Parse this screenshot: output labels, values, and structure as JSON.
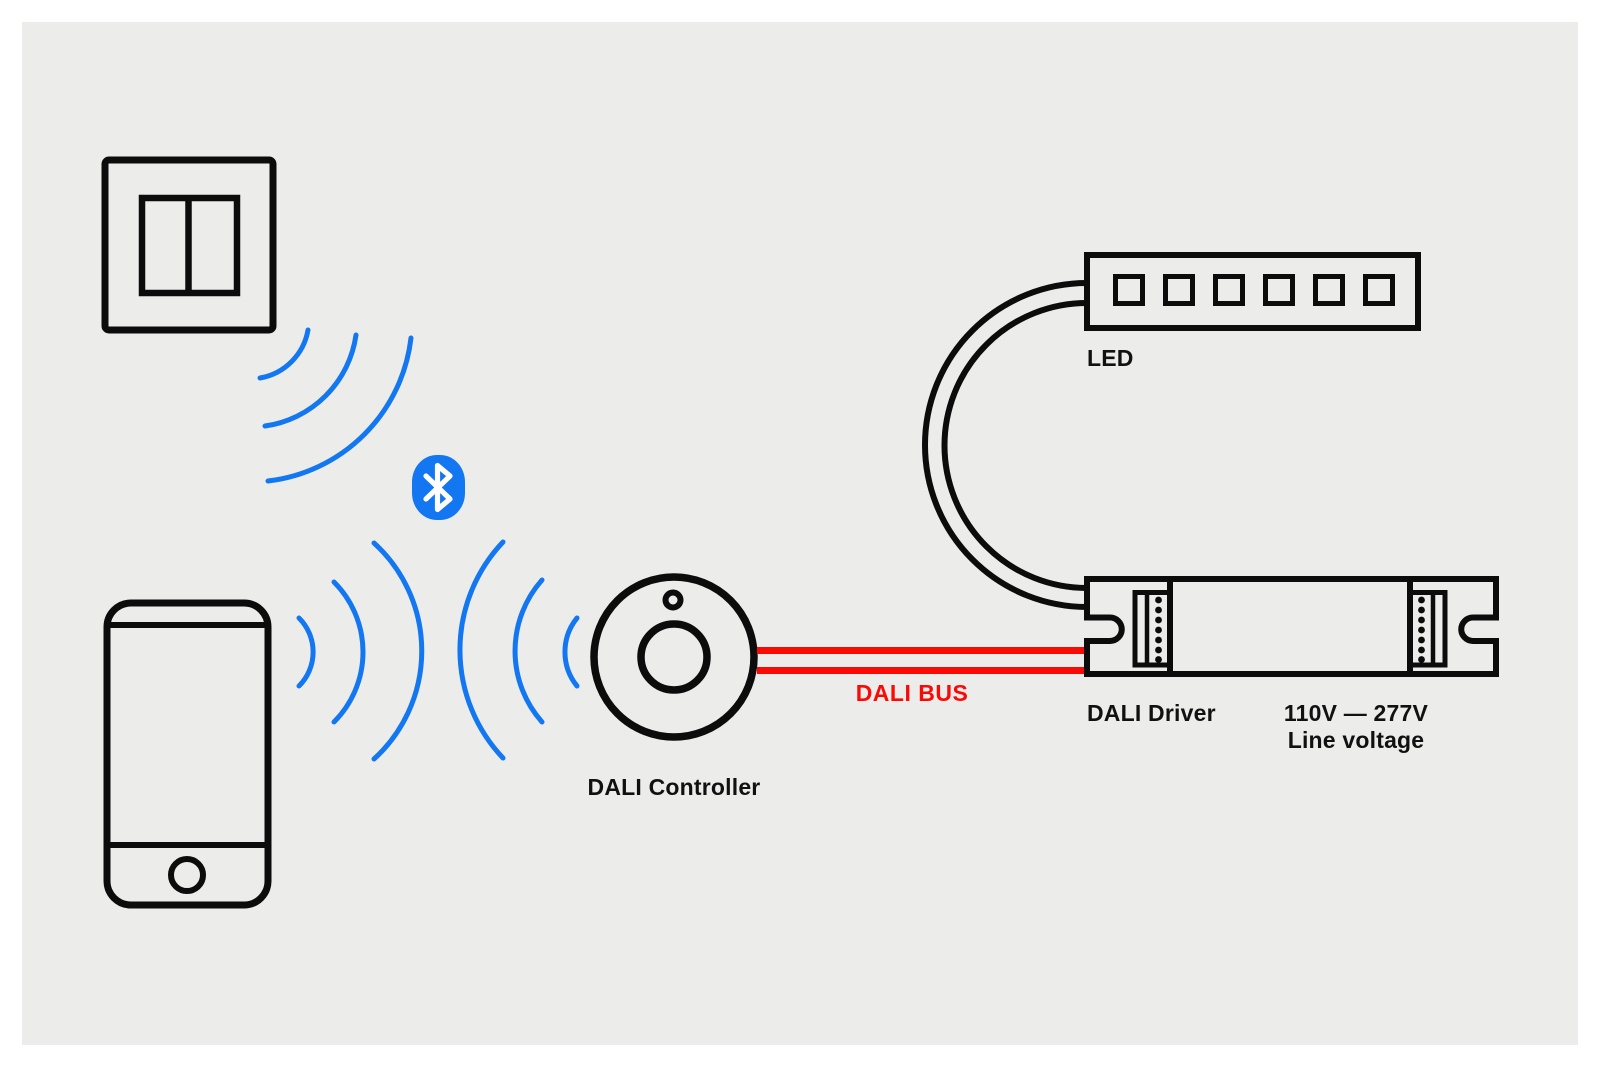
{
  "diagram": {
    "title": "DALI lighting control diagram",
    "canvas_background": "#ececeb",
    "page_background": "#ffffff",
    "colors": {
      "line_black": "#0c0c0c",
      "accent_blue": "#1277f0",
      "bus_red": "#fa0a05",
      "label_black": "#111111"
    },
    "labels": {
      "led": "LED",
      "dali_bus": "DALI BUS",
      "dali_controller": "DALI Controller",
      "dali_driver": "DALI Driver",
      "voltage_range": "110V — 277V",
      "voltage_caption": "Line voltage"
    },
    "icons": [
      "wall-switch-icon",
      "bluetooth-icon",
      "smartphone-icon",
      "wireless-signal-arcs",
      "dali-controller-icon",
      "dali-driver-icon",
      "led-strip-icon"
    ]
  }
}
